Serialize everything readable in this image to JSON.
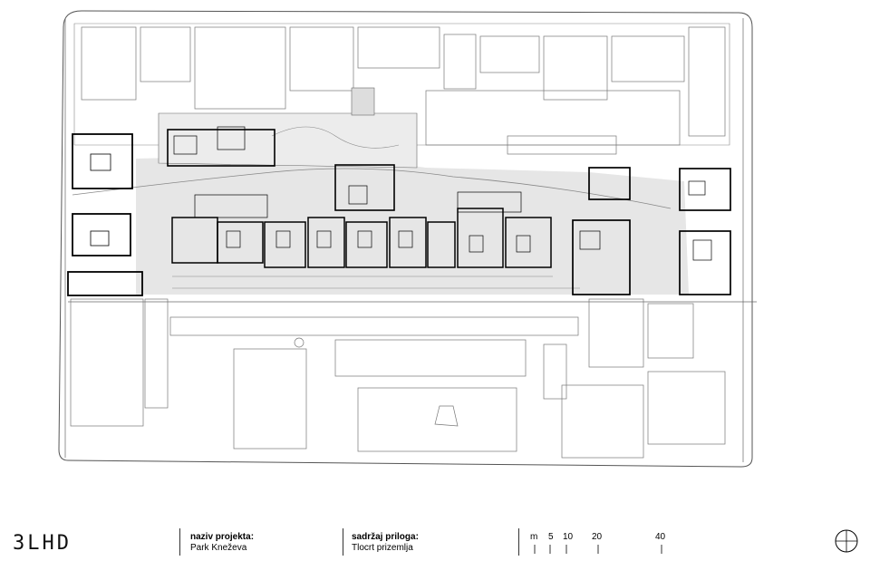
{
  "drawing": {
    "type": "architectural site plan"
  },
  "title_block": {
    "logo": "3LHD",
    "project_label": "naziv projekta:",
    "project_name": "Park Kneževa",
    "content_label": "sadržaj priloga:",
    "content_value": "Tlocrt prizemlja",
    "scale_unit": "m",
    "scale_ticks": [
      "5",
      "10",
      "20",
      "40"
    ]
  },
  "colors": {
    "line": "#000000",
    "thin_line": "#555555",
    "park_fill": "#e6e6e6"
  },
  "icons": {
    "north_arrow": "north-arrow-icon"
  }
}
